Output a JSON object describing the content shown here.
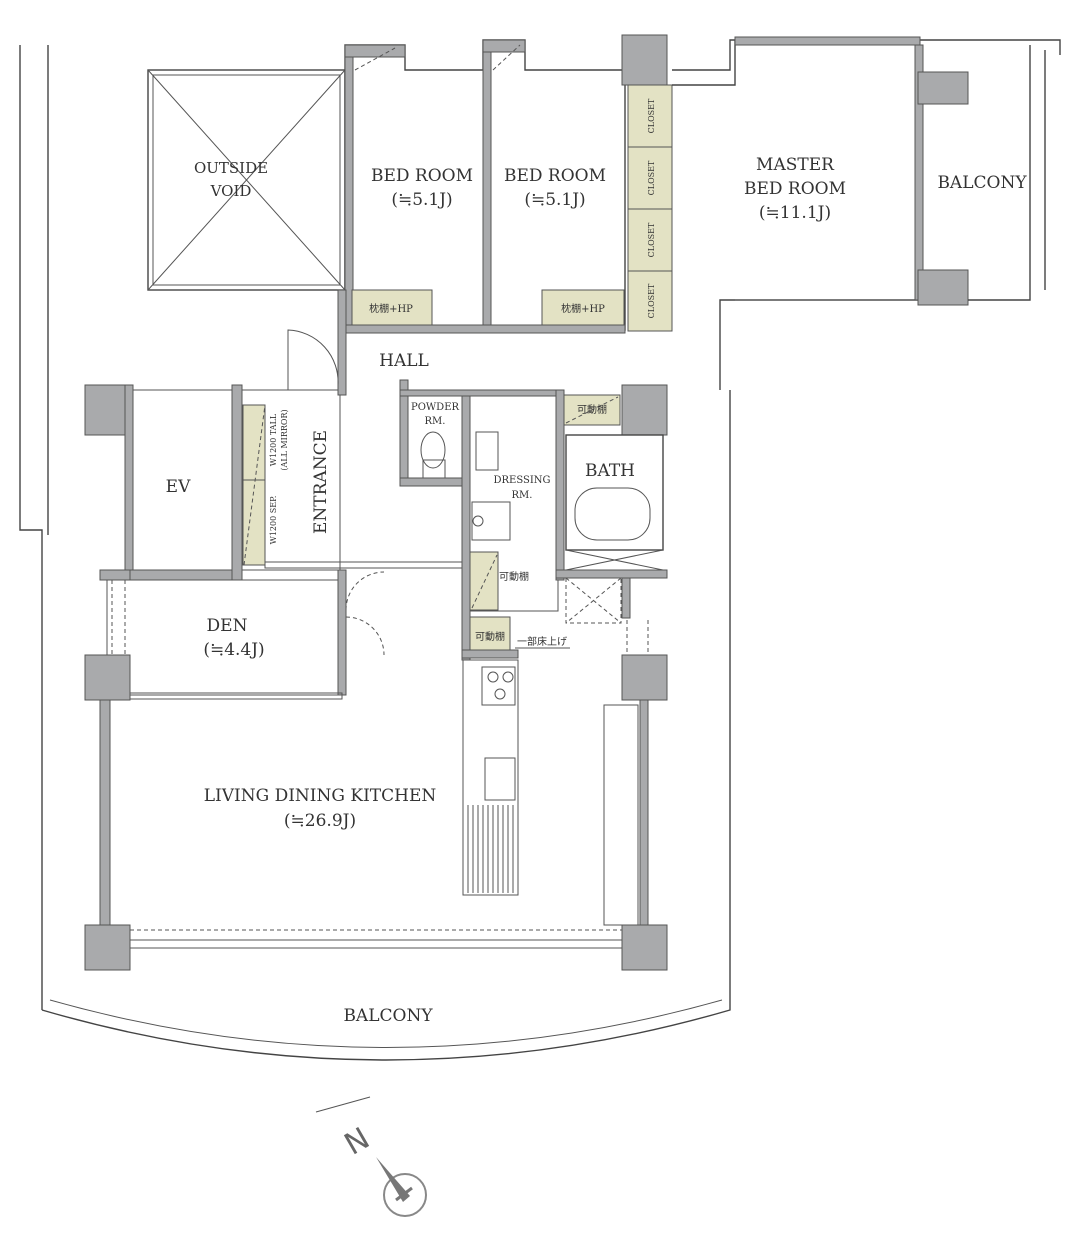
{
  "rooms": {
    "outside_void": [
      "OUTSIDE",
      "VOID"
    ],
    "bed_room_1": {
      "name": "BED ROOM",
      "size": "(≒5.1J)"
    },
    "bed_room_2": {
      "name": "BED ROOM",
      "size": "(≒5.1J)"
    },
    "master_bed_room": {
      "name1": "MASTER",
      "name2": "BED ROOM",
      "size": "(≒11.1J)"
    },
    "balcony_right": "BALCONY",
    "hall": "HALL",
    "ev": "EV",
    "entrance": "ENTRANCE",
    "powder_rm": [
      "POWDER",
      "RM."
    ],
    "dressing_rm": [
      "DRESSING",
      "RM."
    ],
    "bath": "BATH",
    "den": {
      "name": "DEN",
      "size": "(≒4.4J)"
    },
    "ldk": {
      "name": "LIVING DINING KITCHEN",
      "size": "(≒26.9J)"
    },
    "balcony_bottom": "BALCONY"
  },
  "fixtures": {
    "closet": "CLOSET",
    "pillow_shelf": "枕棚+HP",
    "movable_shelf": "可動棚",
    "raised_floor": "一部床上げ",
    "shoe_tall": [
      "W1200 TALL",
      "(ALL MIRROR)"
    ],
    "shoe_sep": "W1200 SEP."
  },
  "compass": {
    "label": "N"
  },
  "colors": {
    "wall": "#a9aaac",
    "shelf": "#e3e2c4",
    "line": "#444444"
  }
}
